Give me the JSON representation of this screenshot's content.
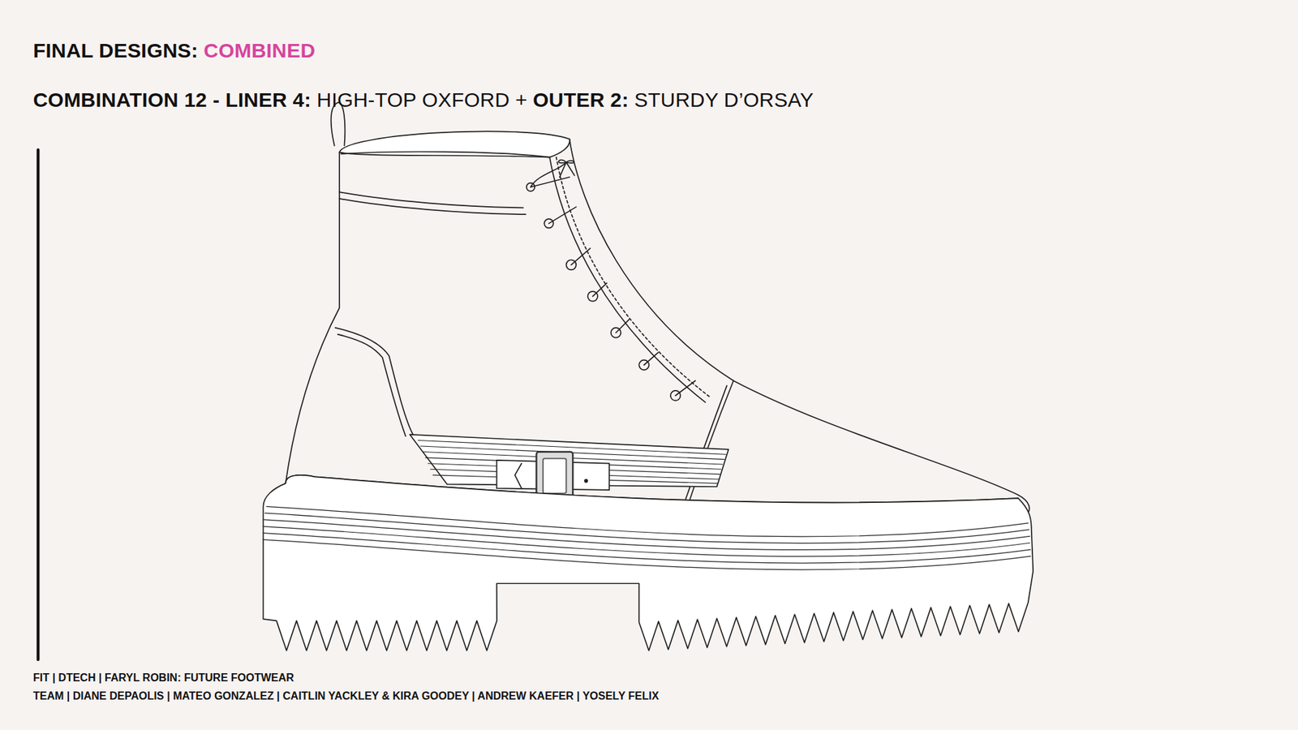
{
  "diagram": {
    "title": "FINAL DESIGNS:",
    "labels": [
      "COMBINED",
      "COMBINATION 12 - LINER 4:",
      "HIGH-TOP OXFORD",
      "+",
      "OUTER 2:",
      "STURDY D’ORSAY",
      "FIT | DTECH | FARYL ROBIN: FUTURE FOOTWEAR",
      "TEAM | DIANE DEPAOLIS | MATEO GONZALEZ | CAITLIN YACKLEY & KIRA GOODEY | ANDREW KAEFER | YOSELY FELIX"
    ]
  }
}
